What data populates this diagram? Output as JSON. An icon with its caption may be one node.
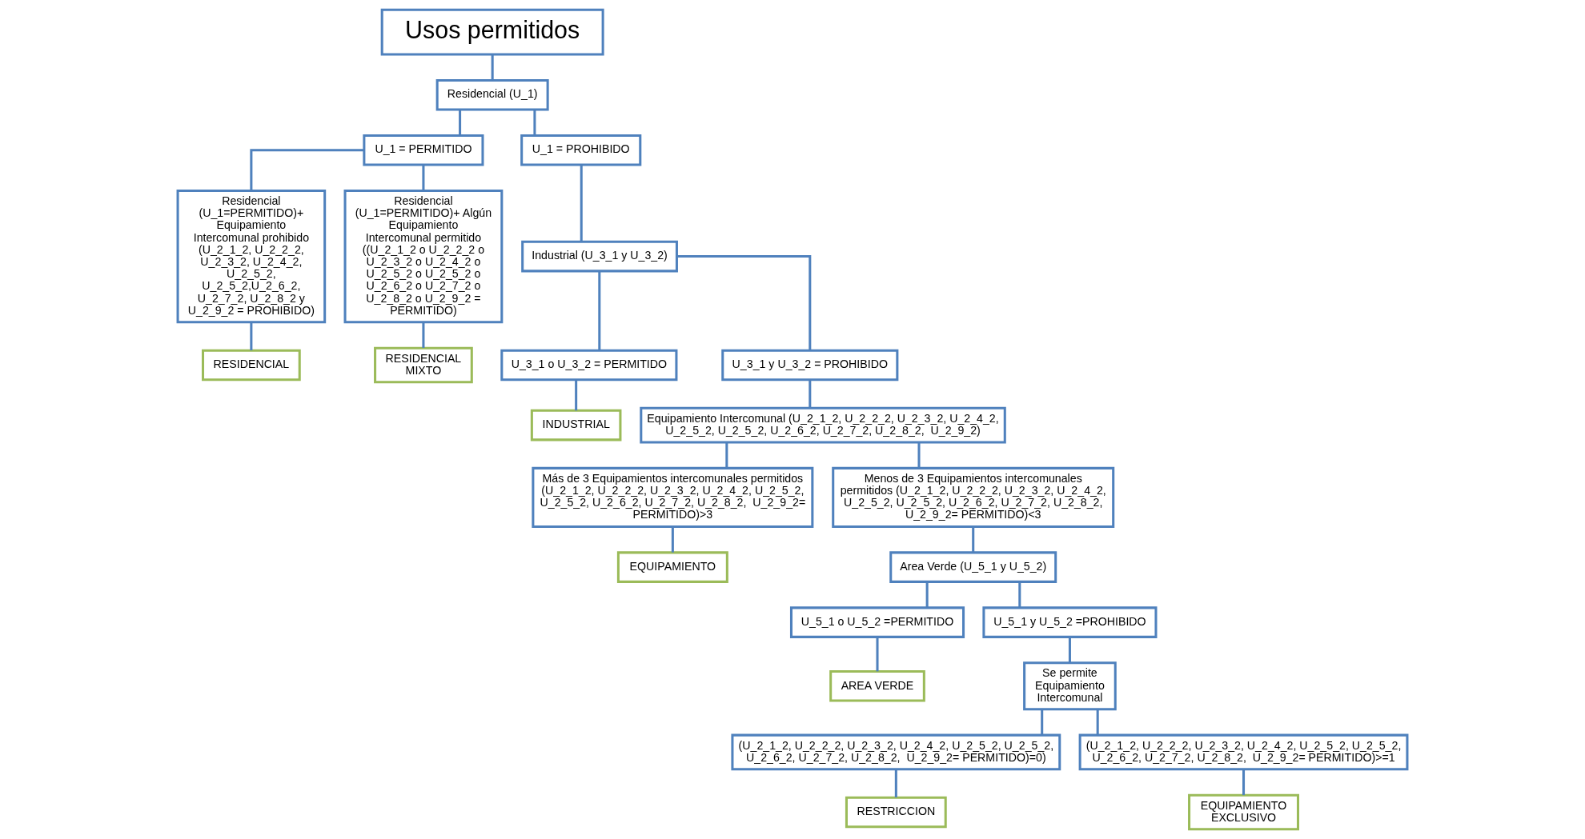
{
  "diagram": {
    "nodes": [
      {
        "text": [
          "Usos permitidos"
        ]
      },
      {
        "text": [
          "Residencial (U_1)"
        ]
      },
      {
        "text": [
          "U_1 = PERMITIDO"
        ]
      },
      {
        "text": [
          "U_1 = PROHIBIDO"
        ]
      },
      {
        "text": [
          "Residencial (U_1=PERMITIDO)+ Equipamiento Intercomunal prohibido (U_2_1_2, U_2_2_2, U_2_3_2, U_2_4_2, U_2_5_2, U_2_5_2,U_2_6_2, U_2_7_2, U_2_8_2 y U_2_9_2 = PROHIBIDO)"
        ]
      },
      {
        "text": [
          "Residencial (U_1=PERMITIDO)+ Algún Equipamiento Intercomunal permitido ((U_2_1_2 o U_2_2_2 o U_2_3_2 o U_2_4_2 o U_2_5_2 o U_2_5_2 o U_2_6_2 o U_2_7_2 o U_2_8_2 o U_2_9_2 = PERMITIDO)"
        ]
      },
      {
        "text": [
          "Industrial (U_3_1 y U_3_2)"
        ]
      },
      {
        "text": [
          "U_3_1 o U_3_2 = PERMITIDO"
        ]
      },
      {
        "text": [
          "U_3_1 y U_3_2 = PROHIBIDO"
        ]
      },
      {
        "text": [
          "INDUSTRIAL"
        ]
      },
      {
        "text": [
          "Equipamiento Intercomunal (U_2_1_2, U_2_2_2, U_2_3_2, U_2_4_2, U_2_5_2, U_2_5_2, U_2_6_2, U_2_7_2, U_2_8_2,  U_2_9_2)"
        ]
      },
      {
        "text": [
          "Más de 3 Equipamientos intercomunales permitidos (U_2_1_2, U_2_2_2, U_2_3_2, U_2_4_2, U_2_5_2, U_2_5_2, U_2_6_2, U_2_7_2, U_2_8_2,  U_2_9_2= PERMITIDO)>3"
        ]
      },
      {
        "text": [
          "Menos de 3 Equipamientos intercomunales permitidos (U_2_1_2, U_2_2_2, U_2_3_2, U_2_4_2, U_2_5_2, U_2_5_2, U_2_6_2, U_2_7_2, U_2_8_2, U_2_9_2= PERMITIDO)<3"
        ]
      },
      {
        "text": [
          "RESIDENCIAL"
        ]
      },
      {
        "text": [
          "RESIDENCIAL MIXTO"
        ]
      },
      {
        "text": [
          "EQUIPAMIENTO"
        ]
      },
      {
        "text": [
          "Area Verde (U_5_1 y U_5_2)"
        ]
      },
      {
        "text": [
          "U_5_1 o U_5_2 =PERMITIDO"
        ]
      },
      {
        "text": [
          "U_5_1 y U_5_2 =PROHIBIDO"
        ]
      },
      {
        "text": [
          "AREA VERDE"
        ]
      },
      {
        "text": [
          "Se permite Equipamiento Intercomunal"
        ]
      },
      {
        "text": [
          "(U_2_1_2, U_2_2_2, U_2_3_2, U_2_4_2, U_2_5_2, U_2_5_2, U_2_6_2, U_2_7_2, U_2_8_2,  U_2_9_2= PERMITIDO)=0)"
        ]
      },
      {
        "text": [
          "(U_2_1_2, U_2_2_2, U_2_3_2, U_2_4_2, U_2_5_2, U_2_5_2, U_2_6_2, U_2_7_2, U_2_8_2,  U_2_9_2= PERMITIDO)>=1"
        ]
      },
      {
        "text": [
          "RESTRICCION"
        ]
      },
      {
        "text": [
          "EQUIPAMIENTO EXCLUSIVO"
        ]
      }
    ],
    "edges": [
      {
        "from": 0,
        "to": 1,
        "arrow": "none"
      },
      {
        "from": 1,
        "to": 2,
        "arrow": "none"
      },
      {
        "from": 1,
        "to": 3,
        "arrow": "none"
      },
      {
        "from": 2,
        "to": 4,
        "arrow": "none"
      },
      {
        "from": 2,
        "to": 5,
        "arrow": "none"
      },
      {
        "from": 3,
        "to": 6,
        "arrow": "none"
      },
      {
        "from": 6,
        "to": 7,
        "arrow": "none"
      },
      {
        "from": 6,
        "to": 8,
        "arrow": "none"
      },
      {
        "from": 7,
        "to": 9,
        "arrow": "none"
      },
      {
        "from": 8,
        "to": 10,
        "arrow": "none"
      },
      {
        "from": 10,
        "to": 11,
        "arrow": "none"
      },
      {
        "from": 10,
        "to": 12,
        "arrow": "none"
      },
      {
        "from": 4,
        "to": 13,
        "arrow": "none"
      },
      {
        "from": 5,
        "to": 14,
        "arrow": "none"
      },
      {
        "from": 11,
        "to": 15,
        "arrow": "none"
      },
      {
        "from": 12,
        "to": 16,
        "arrow": "none"
      },
      {
        "from": 16,
        "to": 17,
        "arrow": "none"
      },
      {
        "from": 16,
        "to": 18,
        "arrow": "none"
      },
      {
        "from": 17,
        "to": 19,
        "arrow": "none"
      },
      {
        "from": 18,
        "to": 20,
        "arrow": "none"
      },
      {
        "from": 20,
        "to": 21,
        "arrow": "none"
      },
      {
        "from": 20,
        "to": 22,
        "arrow": "none"
      },
      {
        "from": 21,
        "to": 23,
        "arrow": "none"
      },
      {
        "from": 22,
        "to": 24,
        "arrow": "none"
      }
    ]
  }
}
